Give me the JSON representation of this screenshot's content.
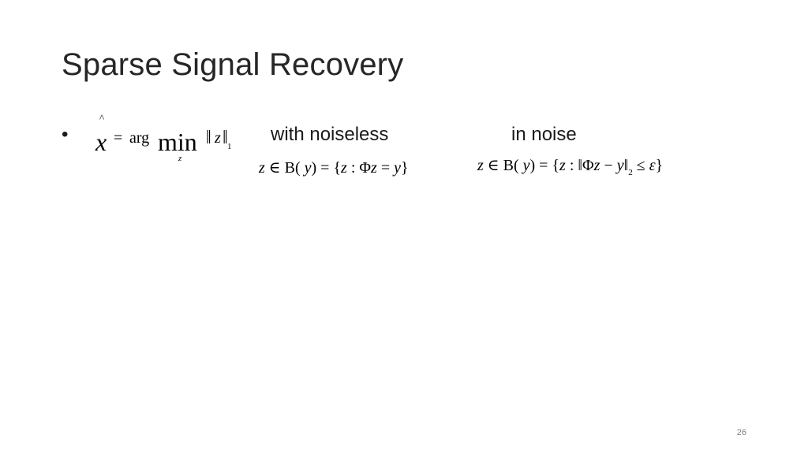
{
  "slide": {
    "title": "Sparse Signal Recovery",
    "bullet_char": "•",
    "page_number": "26"
  },
  "formula": {
    "hat": "^",
    "x": "x",
    "equals": "=",
    "arg": "arg",
    "min": "min",
    "subscript_z": "z",
    "norm_left": "‖",
    "norm_var": "z",
    "norm_right": "‖",
    "norm_subscript": "1"
  },
  "labels": {
    "noiseless": "with noiseless",
    "noise": "in noise"
  },
  "constraint_noiseless": {
    "z": "z",
    "in_B": " ∈ B(",
    "y": " y",
    "close_eq": ") = {",
    "z2": "z",
    "colon_phi": " : Φ",
    "z3": "z",
    "eq": " = ",
    "y2": "y",
    "close_brace": "}"
  },
  "constraint_noise": {
    "z": "z",
    "in_B": " ∈ B(",
    "y": " y",
    "close_eq": ") = {",
    "z2": "z",
    "colon_norm": " : ‖Φ",
    "z3": "z",
    "minus": " − ",
    "y2": "y",
    "norm_close": "‖",
    "subscript": "2",
    "le": " ≤ ",
    "eps": "ε",
    "close_brace": "}"
  }
}
